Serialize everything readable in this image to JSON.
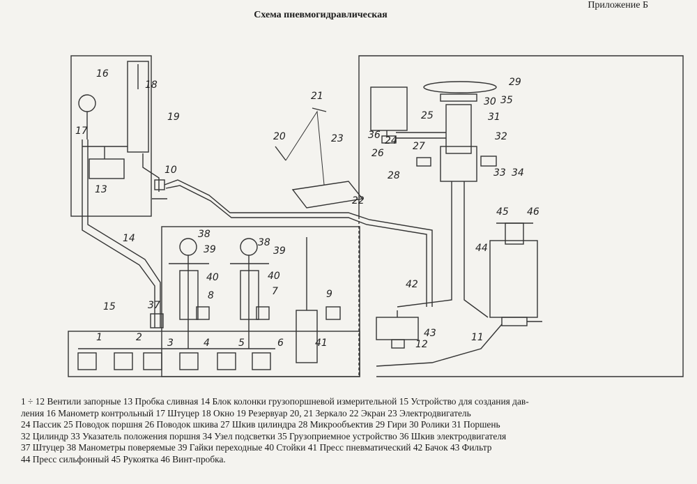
{
  "header": {
    "appendix": "Приложение Б",
    "title": "Схема пневмогидравлическая"
  },
  "labels": [
    "1",
    "2",
    "3",
    "4",
    "5",
    "6",
    "7",
    "8",
    "9",
    "10",
    "11",
    "12",
    "13",
    "14",
    "15",
    "16",
    "17",
    "18",
    "19",
    "20",
    "21",
    "22",
    "23",
    "24",
    "25",
    "26",
    "27",
    "28",
    "29",
    "30",
    "31",
    "32",
    "33",
    "34",
    "35",
    "36",
    "37",
    "38",
    "39",
    "40",
    "41",
    "42",
    "43",
    "44",
    "45",
    "46"
  ],
  "legend": {
    "lines": [
      "1 ÷ 12 Вентили запорные   13 Пробка сливная   14 Блок колонки грузопоршневой измерительной   15 Устройство для создания дав-",
      "ления   16 Манометр контрольный        17 Штуцер   18 Окно   19 Резервуар   20, 21 Зеркало   22 Экран   23 Электродвигатель",
      "24 Пассик   25 Поводок поршня   26 Поводок шкива   27 Шкив цилиндра   28 Микрообъектив   29 Гири   30 Ролики   31 Поршень",
      "32 Цилиндр   33 Указатель положения поршня   34 Узел подсветки   35 Грузоприемное устройство   36 Шкив электродвигателя",
      "37   Штуцер 38   Манометры поверяемые   39 Гайки переходные   40 Стойки 41   Пресс пневматический   42 Бачок 43 Фильтр",
      "44 Пресс сильфонный   45 Рукоятка 46   Винт-пробка."
    ]
  }
}
